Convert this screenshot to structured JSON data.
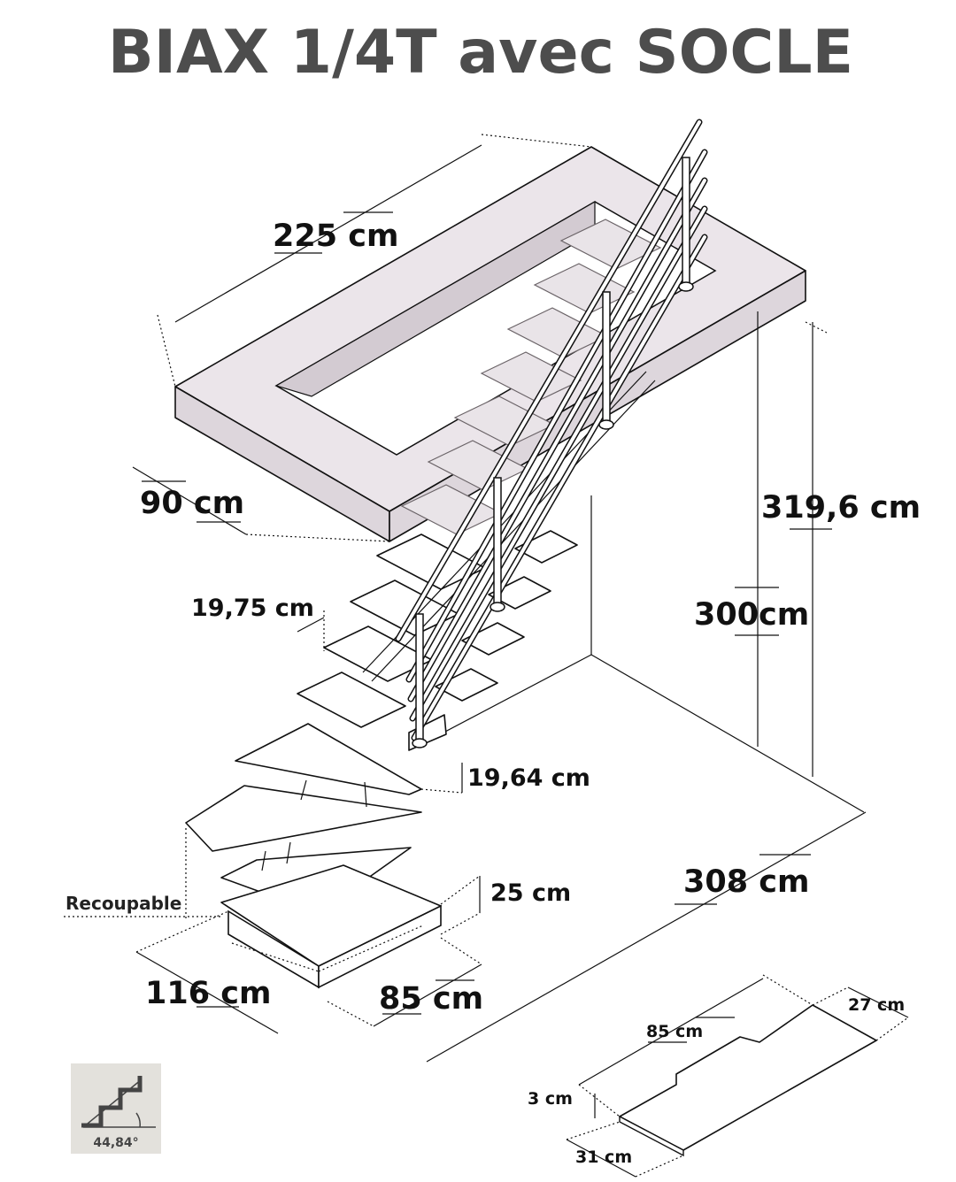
{
  "title": "BIAX 1/4T avec SOCLE",
  "dimensions": {
    "trémie_length": "225 cm",
    "trémie_width": "90 cm",
    "total_height": "319,6 cm",
    "floor_height": "300cm",
    "upper_rise": "19,75 cm",
    "lower_rise": "19,64 cm",
    "socle_height": "25  cm",
    "floor_length": "308 cm",
    "base_depth": "116 cm",
    "base_width": "85 cm"
  },
  "note": "Recoupable",
  "tread_detail": {
    "length": "85 cm",
    "width": "27 cm",
    "thickness": "3 cm",
    "narrow_width": "31 cm"
  },
  "slope_badge": {
    "icon": "stair-slope-icon",
    "angle": "44,84°"
  }
}
